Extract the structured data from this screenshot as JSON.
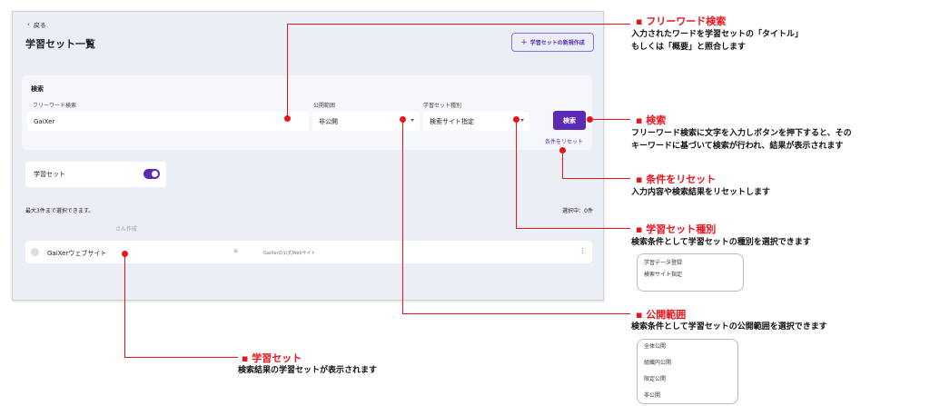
{
  "app": {
    "back_label": "戻る",
    "page_title": "学習セット一覧",
    "new_button": "学習セットの新規作成"
  },
  "search": {
    "heading": "検索",
    "freeword_label": "フリーワード検索",
    "freeword_value": "GaiXer",
    "visibility_label": "公開範囲",
    "visibility_value": "非公開",
    "type_label": "学習セット種別",
    "type_value": "検索サイト指定",
    "search_button": "検索",
    "reset_link": "条件をリセット"
  },
  "toggle": {
    "label": "学習セット",
    "on": true
  },
  "list": {
    "limit_note": "最大3件まで選択できます。",
    "selected_count": "選択中：0件",
    "creator": "さん作成",
    "items": [
      {
        "name": "GaiXerウェブサイト",
        "description": "GaiXerの公式Webサイト"
      }
    ]
  },
  "annotations": {
    "freeword": {
      "title": "▪ フリーワード検索",
      "lines": [
        "入力されたワードを学習セットの「タイトル」",
        "もしくは「概要」と照合します"
      ]
    },
    "search": {
      "title": "▪ 検索",
      "lines": [
        "フリーワード検索に文字を入力しボタンを押下すると、その",
        "キーワードに基づいて検索が行われ、結果が表示されます"
      ]
    },
    "reset": {
      "title": "▪ 条件をリセット",
      "lines": [
        "入力内容や検索結果をリセットします"
      ]
    },
    "type": {
      "title": "▪ 学習セット種別",
      "lines": [
        "検索条件として学習セットの種別を選択できます"
      ],
      "options": [
        "学習データ登録",
        "検索サイト指定"
      ]
    },
    "visibility": {
      "title": "▪ 公開範囲",
      "lines": [
        "検索条件として学習セットの公開範囲を選択できます"
      ],
      "options": [
        "全体公開",
        "組織内公開",
        "限定公開",
        "非公開"
      ]
    },
    "learning_set": {
      "title": "▪ 学習セット",
      "lines": [
        "検索結果の学習セットが表示されます"
      ]
    }
  },
  "colors": {
    "accent": "#5b2bb5",
    "annotation": "#e8141c"
  }
}
